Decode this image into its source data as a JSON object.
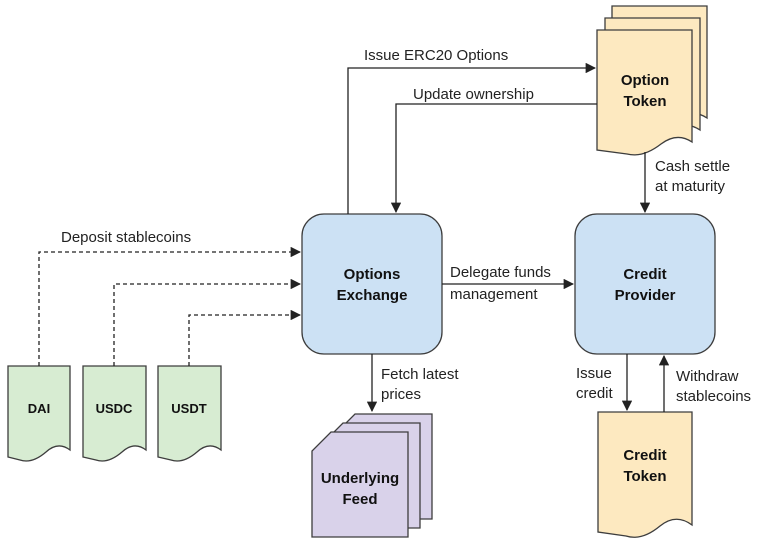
{
  "nodes": {
    "option_token": {
      "line1": "Option",
      "line2": "Token"
    },
    "options_exchange": {
      "line1": "Options",
      "line2": "Exchange"
    },
    "credit_provider": {
      "line1": "Credit",
      "line2": "Provider"
    },
    "credit_token": {
      "line1": "Credit",
      "line2": "Token"
    },
    "underlying_feed": {
      "line1": "Underlying",
      "line2": "Feed"
    },
    "dai": "DAI",
    "usdc": "USDC",
    "usdt": "USDT"
  },
  "edges": {
    "issue_erc20": "Issue ERC20 Options",
    "update_ownership": "Update ownership",
    "cash_settle": {
      "line1": "Cash settle",
      "line2": "at maturity"
    },
    "deposit": "Deposit stablecoins",
    "delegate": {
      "line1": "Delegate funds",
      "line2": "management"
    },
    "fetch": {
      "line1": "Fetch latest",
      "line2": "prices"
    },
    "issue_credit": {
      "line1": "Issue",
      "line2": "credit"
    },
    "withdraw": {
      "line1": "Withdraw",
      "line2": "stablecoins"
    }
  },
  "colors": {
    "blue_fill": "#cce1f4",
    "blue_stroke": "#3d3d3d",
    "yellow_fill": "#fde9c0",
    "green_fill": "#d7ecd2",
    "purple_fill": "#d9d2ea",
    "line": "#222222"
  }
}
